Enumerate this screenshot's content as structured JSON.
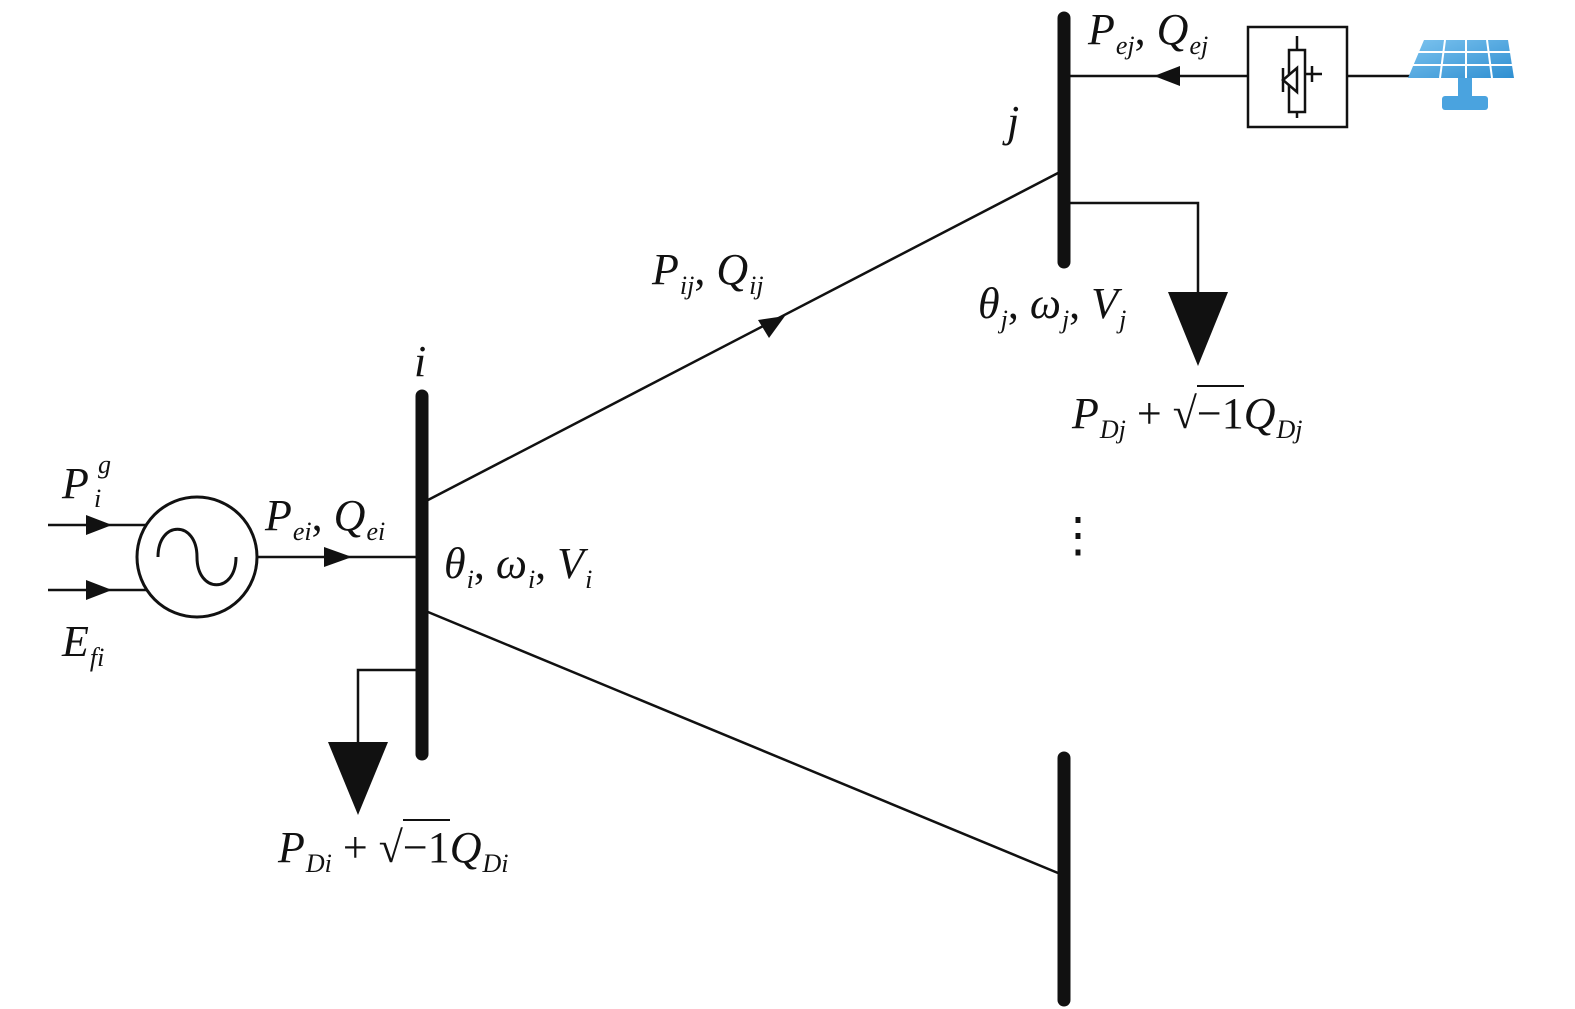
{
  "diagram": {
    "bus_i_label": "i",
    "bus_j_label": "j",
    "generator": {
      "mech_power": {
        "base": "P",
        "sup": "g",
        "sub": "i"
      },
      "field_voltage": {
        "base": "E",
        "sub": "fi"
      },
      "output_flow": {
        "p": "P",
        "p_sub": "ei",
        "q": "Q",
        "q_sub": "ei"
      }
    },
    "bus_i_state": {
      "theta": "θ",
      "theta_sub": "i",
      "omega": "ω",
      "omega_sub": "i",
      "v": "V",
      "v_sub": "i"
    },
    "bus_j_state": {
      "theta": "θ",
      "theta_sub": "j",
      "omega": "ω",
      "omega_sub": "j",
      "v": "V",
      "v_sub": "j"
    },
    "line_flow": {
      "p": "P",
      "p_sub": "ij",
      "q": "Q",
      "q_sub": "ij"
    },
    "pv_injection": {
      "p": "P",
      "p_sub": "ej",
      "q": "Q",
      "q_sub": "ej"
    },
    "load_i": {
      "p": "P",
      "p_sub": "Di",
      "plus": "+",
      "sqrt": "−1",
      "q": "Q",
      "q_sub": "Di"
    },
    "load_j": {
      "p": "P",
      "p_sub": "Dj",
      "plus": "+",
      "sqrt": "−1",
      "q": "Q",
      "q_sub": "Dj"
    },
    "ellipsis": "⋮",
    "colors": {
      "line": "#111111",
      "solar_panel": "#4aa3df",
      "solar_panel_light": "#7cc3ef"
    },
    "icons": [
      "generator-icon",
      "inverter-icon",
      "solar-panel-icon",
      "load-arrow-icon"
    ]
  }
}
